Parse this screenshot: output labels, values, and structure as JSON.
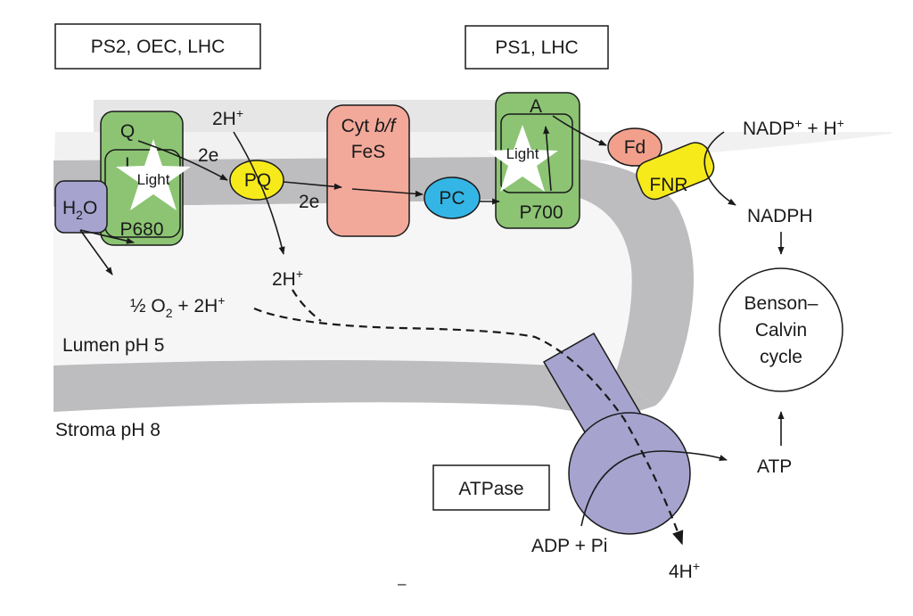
{
  "labels": {
    "ps2_box": "PS2, OEC, LHC",
    "ps1_box": "PS1, LHC",
    "atpase_box": "ATPase",
    "q": "Q",
    "l": "L",
    "light": "Light",
    "h2o_h": "H",
    "h2o_sub": "2",
    "h2o_o": "O",
    "p680": "P680",
    "two_e_1": "2e",
    "two_e_2": "2e",
    "pq": "PQ",
    "h2plus_top_main": "2H",
    "h2plus_top_sup": "+",
    "h2plus_mid_main": "2H",
    "h2plus_mid_sup": "+",
    "cyt_prefix": "Cyt ",
    "cyt_italic": "b/f",
    "fes": "FeS",
    "pc": "PC",
    "a": "A",
    "light_ps1": "Light",
    "p700": "P700",
    "fd": "Fd",
    "fnr": "FNR",
    "nadp_main": "NADP",
    "nadp_sup": "+",
    "nadp_rest": " + H",
    "nadp_h_sup": "+",
    "nadph": "NADPH",
    "benson_1": "Benson–",
    "benson_2": "Calvin",
    "benson_3": "cycle",
    "o2_half": "½ O",
    "o2_sub": "2",
    "o2_rest": " + 2H",
    "o2_sup": "+",
    "lumen": "Lumen pH 5",
    "stroma": "Stroma pH 8",
    "atp": "ATP",
    "adp": "ADP + Pi",
    "four_h_main": "4H",
    "four_h_sup": "+",
    "dash_mark": "–"
  },
  "colors": {
    "membrane": "#bdbdbf",
    "lumen": "#ececec",
    "ps_green": "#8cc474",
    "h2o_purple": "#a6a3cf",
    "pq_yellow": "#f7ea1b",
    "cyt_salmon": "#f3a99a",
    "pc_blue": "#33b6e6",
    "fd_salmon": "#f2a08c",
    "fnr_yellow": "#f7ea1b",
    "atpase_purple": "#a6a3cf"
  }
}
